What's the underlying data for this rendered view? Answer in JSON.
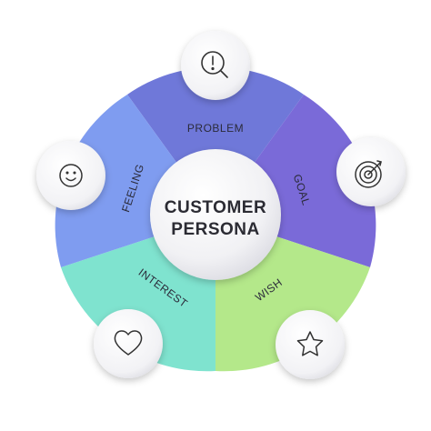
{
  "diagram": {
    "center": {
      "line1": "CUSTOMER",
      "line2": "PERSONA"
    },
    "segments": [
      {
        "label": "PROBLEM",
        "icon": "magnifier-exclamation-icon",
        "color": "#6f78d9"
      },
      {
        "label": "GOAL",
        "icon": "target-arrow-icon",
        "color": "#7a6ad8"
      },
      {
        "label": "WISH",
        "icon": "star-icon",
        "color": "#b4e88a"
      },
      {
        "label": "INTEREST",
        "icon": "heart-icon",
        "color": "#7fe3cf"
      },
      {
        "label": "FEELING",
        "icon": "smiley-face-icon",
        "color": "#7f9cf0"
      }
    ]
  }
}
